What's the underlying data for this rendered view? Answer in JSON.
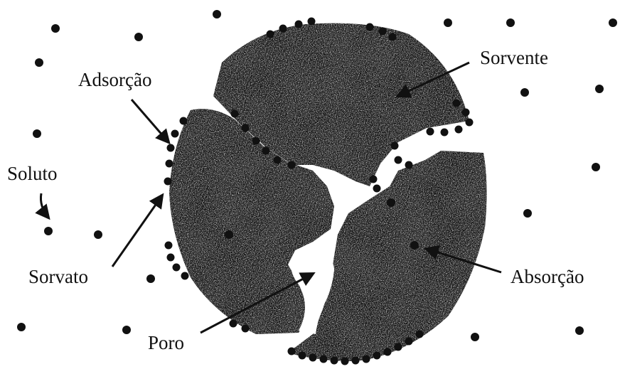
{
  "labels": {
    "sorvente": "Sorvente",
    "adsorcao": "Adsorção",
    "soluto": "Soluto",
    "sorvato": "Sorvato",
    "poro": "Poro",
    "absorcao": "Absorção"
  },
  "colors": {
    "background": "#ffffff",
    "ink": "#111111",
    "particle_fill": "#1a1a1a",
    "particle_speckle": "#ffffff"
  }
}
